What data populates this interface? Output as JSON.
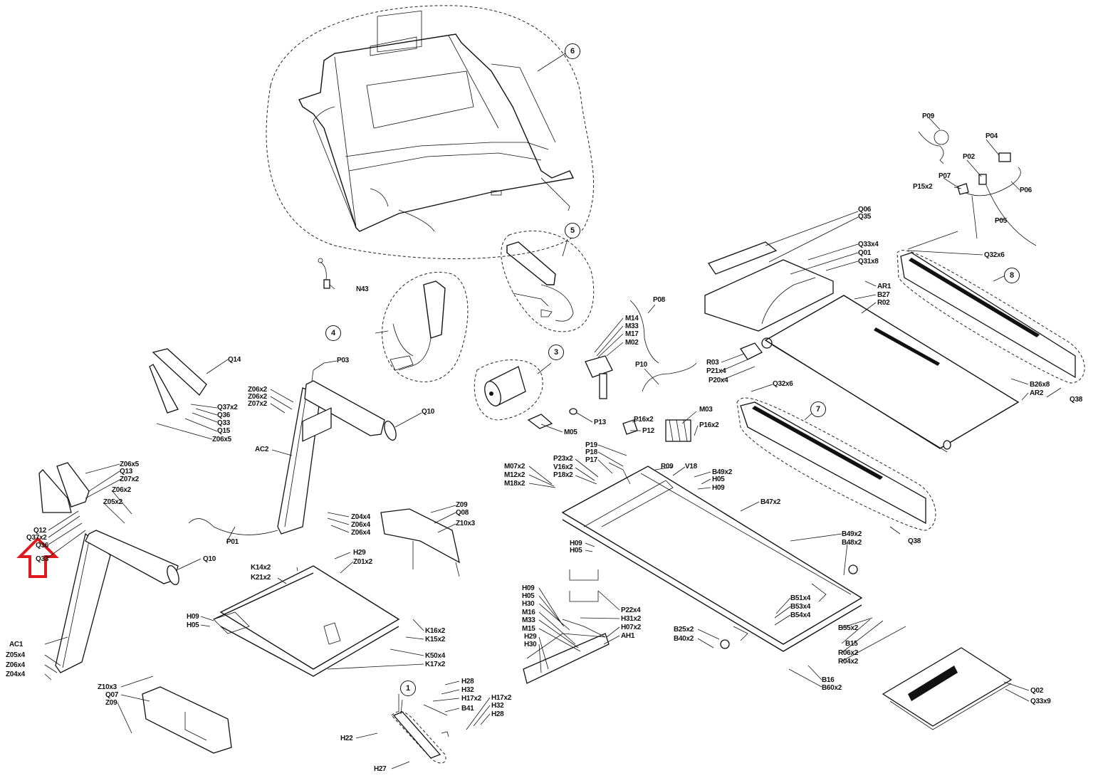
{
  "diagram": {
    "title": "Treadmill exploded parts diagram",
    "highlight_color": "#e0191e",
    "highlight_marker": "up-arrow",
    "assemblies": [
      "1",
      "3",
      "4",
      "5",
      "6",
      "7",
      "8"
    ],
    "labels": {
      "Z06x5_a": "Z06x5",
      "Q13": "Q13",
      "Z07x2_a": "Z07x2",
      "Z06x2_a": "Z06x2",
      "Z05x2": "Z05x2",
      "Q12": "Q12",
      "Q37x2_a": "Q37x2",
      "Q36_a": "Q36",
      "Q33_a": "Q33",
      "Q14": "Q14",
      "Q37x2": "Q37x2",
      "Q36": "Q36",
      "Q33": "Q33",
      "Q15": "Q15",
      "Z06x5": "Z06x5",
      "Z06x2_b": "Z06x2",
      "Z06x2_c": "Z06x2",
      "Z07x2_b": "Z07x2",
      "P03": "P03",
      "AC2": "AC2",
      "Q10_a": "Q10",
      "N43": "N43",
      "Z04x4_b": "Z04x4",
      "Z06x4_b": "Z06x4",
      "Z06x4_c": "Z06x4",
      "Z09_a": "Z09",
      "Q08": "Q08",
      "Z10x3_a": "Z10x3",
      "P01": "P01",
      "Q10_b": "Q10",
      "H29_a": "H29",
      "Z01x2": "Z01x2",
      "K14x2": "K14x2",
      "K21x2": "K21x2",
      "H09_a": "H09",
      "H05_a": "H05",
      "K16x2": "K16x2",
      "K15x2": "K15x2",
      "K50x4": "K50x4",
      "K17x2": "K17x2",
      "AC1": "AC1",
      "Z05x4": "Z05x4",
      "Z06x4": "Z06x4",
      "Z04x4": "Z04x4",
      "Z10x3": "Z10x3",
      "Q07": "Q07",
      "Z09": "Z09",
      "H28_a": "H28",
      "H32_a": "H32",
      "H17x2_a": "H17x2",
      "B41": "B41",
      "H17x2_b": "H17x2",
      "H32_b": "H32",
      "H28_b": "H28",
      "H22": "H22",
      "H27": "H27",
      "P08": "P08",
      "M14": "M14",
      "M33_a": "M33",
      "M17": "M17",
      "M02": "M02",
      "P10": "P10",
      "P13": "P13",
      "M05": "M05",
      "P16x2_a": "P16x2",
      "P12": "P12",
      "M03": "M03",
      "P16x2_b": "P16x2",
      "P19": "P19",
      "P18": "P18",
      "P17": "P17",
      "P23x2": "P23x2",
      "V16x2": "V16x2",
      "P18x2": "P18x2",
      "M07x2": "M07x2",
      "M12x2": "M12x2",
      "M18x2": "M18x2",
      "R09": "R09",
      "V18": "V18",
      "B49x2_a": "B49x2",
      "H05_b": "H05",
      "H09_b": "H09",
      "B47x2": "B47x2",
      "B49x2_b": "B49x2",
      "B48x2": "B48x2",
      "H09_c": "H09",
      "H05_c": "H05",
      "H09_d": "H09",
      "H05_d": "H05",
      "H30_a": "H30",
      "M16": "M16",
      "M33_b": "M33",
      "M15": "M15",
      "H29_b": "H29",
      "H30_b": "H30",
      "P22x4": "P22x4",
      "H31x2": "H31x2",
      "H07x2": "H07x2",
      "AH1": "AH1",
      "B51x4": "B51x4",
      "B53x4": "B53x4",
      "B54x4": "B54x4",
      "B25x2": "B25x2",
      "B40x2": "B40x2",
      "B55x2": "B55x2",
      "B15_a": "B15",
      "R06x2": "R06x2",
      "R04x2": "R04x2",
      "B16": "B16",
      "B60x2": "B60x2",
      "Q02": "Q02",
      "Q33x9": "Q33x9",
      "P09": "P09",
      "P04": "P04",
      "P02": "P02",
      "P07": "P07",
      "P15x2": "P15x2",
      "P06": "P06",
      "P05": "P05",
      "Q06": "Q06",
      "Q35": "Q35",
      "Q33x4": "Q33x4",
      "Q01": "Q01",
      "Q31x8": "Q31x8",
      "Q32x6_a": "Q32x6",
      "AR1": "AR1",
      "B27": "B27",
      "R02": "R02",
      "R03": "R03",
      "P21x4": "P21x4",
      "P20x4": "P20x4",
      "Q32x6_b": "Q32x6",
      "B26x8": "B26x8",
      "AR2": "AR2",
      "Q38_a": "Q38",
      "Q38_b": "Q38"
    }
  }
}
